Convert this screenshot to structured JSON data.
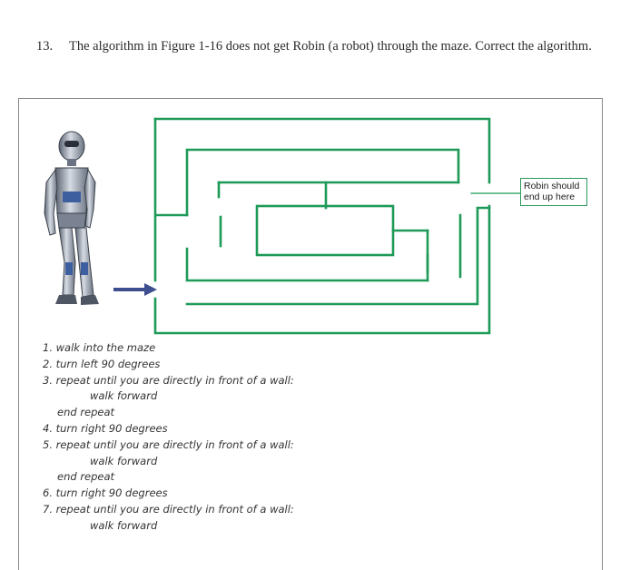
{
  "question": {
    "number": "13.",
    "text": "The algorithm in Figure 1-16 does not get Robin (a robot) through the maze. Correct the algorithm."
  },
  "callout": {
    "text": "Robin should end up here"
  },
  "algorithm": [
    {
      "text": "1. walk into the maze",
      "indent": 0
    },
    {
      "text": "2. turn left 90 degrees",
      "indent": 0
    },
    {
      "text": "3. repeat until you are directly in front of a wall:",
      "indent": 0
    },
    {
      "text": "walk forward",
      "indent": 2
    },
    {
      "text": "end repeat",
      "indent": 1
    },
    {
      "text": "4. turn right 90 degrees",
      "indent": 0
    },
    {
      "text": "5. repeat until you are directly in front of a wall:",
      "indent": 0
    },
    {
      "text": "walk forward",
      "indent": 2
    },
    {
      "text": "end repeat",
      "indent": 1
    },
    {
      "text": "6. turn right 90 degrees",
      "indent": 0
    },
    {
      "text": "7. repeat until you are directly in front of a wall:",
      "indent": 0
    },
    {
      "text": "walk forward",
      "indent": 2
    }
  ],
  "colors": {
    "maze_wall": "#1e9a58",
    "arrow": "#3d4f8f",
    "callout_border": "#2e9a5e"
  }
}
